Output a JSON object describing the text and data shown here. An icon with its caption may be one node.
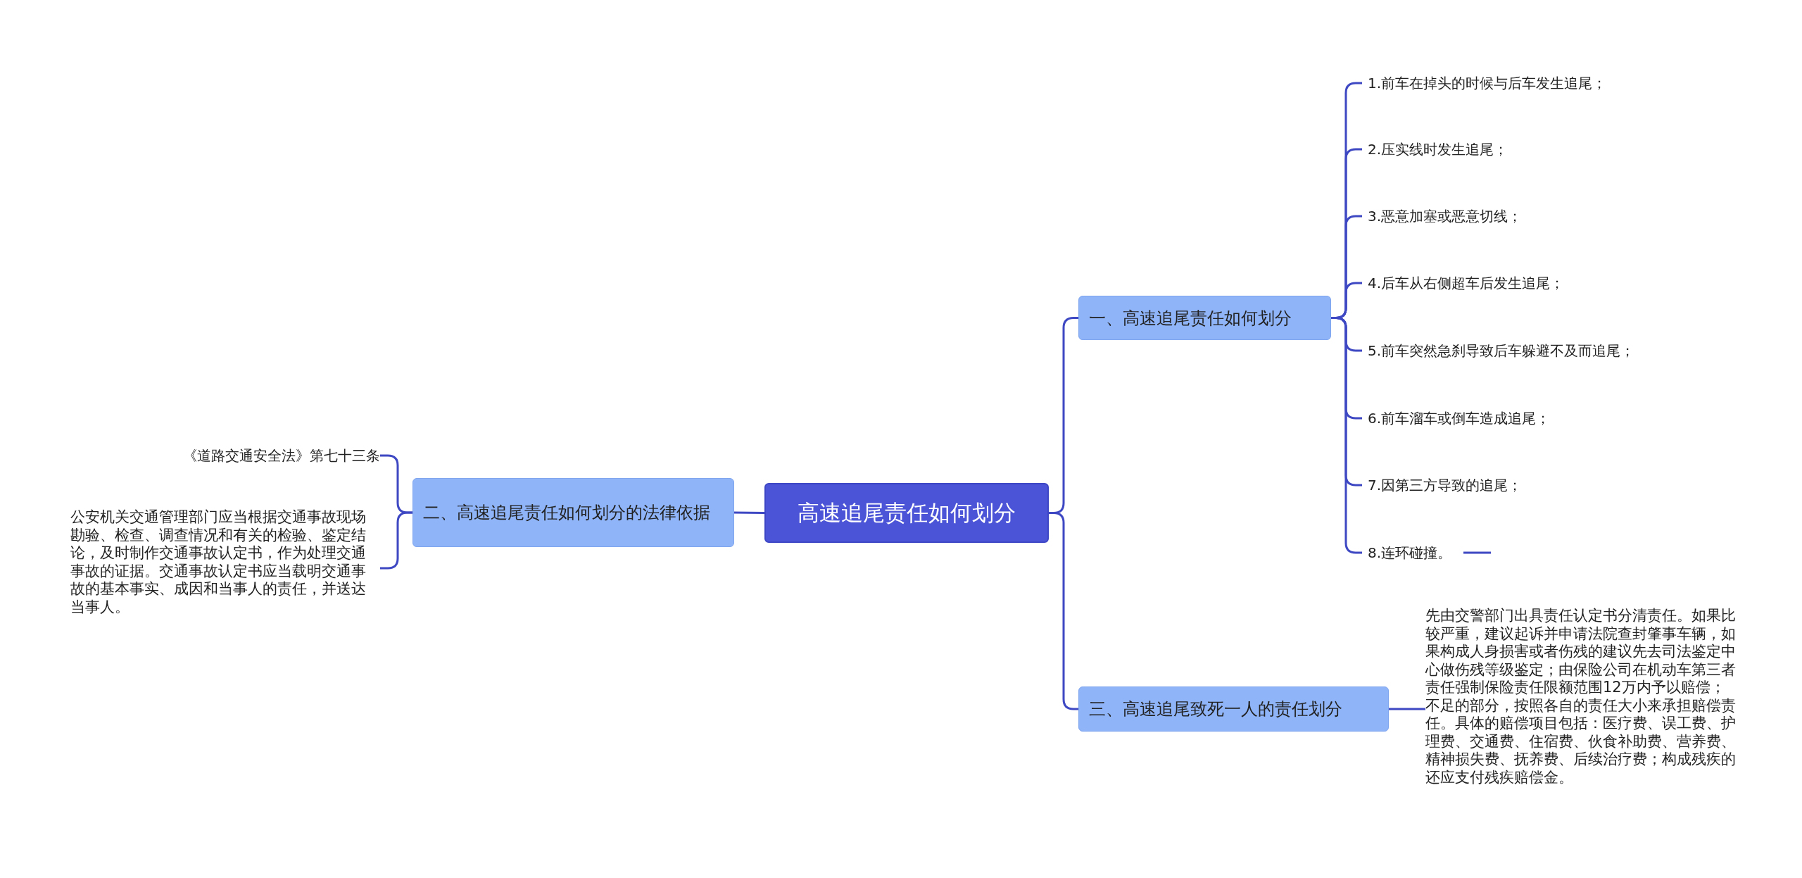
{
  "diagram": {
    "nodes": [
      {
        "text": [
          "高速追尾责任如何划分"
        ]
      },
      {
        "text": [
          "二、高速追尾责任如何划分的法律依据"
        ]
      },
      {
        "text": [
          "《道路交通安全法》第七十三条"
        ]
      },
      {
        "text": [
          "公安机关交通管理部门应当根据交通事故现场勘验、检查、调查情况和有关的检验、鉴定结论，及时制作交通事故认定书，作为处理交通事故的证据。交通事故认定书应当载明交通事故的基本事实、成因和当事人的责任，并送达当事人。"
        ]
      },
      {
        "text": [
          "一、高速追尾责任如何划分"
        ]
      },
      {
        "text": [
          "1.前车在掉头的时候与后车发生追尾；"
        ]
      },
      {
        "text": [
          "2.压实线时发生追尾；"
        ]
      },
      {
        "text": [
          "3.恶意加塞或恶意切线；"
        ]
      },
      {
        "text": [
          "4.后车从右侧超车后发生追尾；"
        ]
      },
      {
        "text": [
          "5.前车突然急刹导致后车躲避不及而追尾；"
        ]
      },
      {
        "text": [
          "6.前车溜车或倒车造成追尾；"
        ]
      },
      {
        "text": [
          "7.因第三方导致的追尾；"
        ]
      },
      {
        "text": [
          "8.连环碰撞。"
        ]
      },
      {
        "text": [
          "三、高速追尾致死一人的责任划分"
        ]
      },
      {
        "text": [
          "先由交警部门出具责任认定书分清责任。如果比较严重，建议起诉并申请法院查封肇事车辆，如果构成人身损害或者伤残的建议先去司法鉴定中心做伤残等级鉴定；由保险公司在机动车第三者责任强制保险责任限额范围12万内予以赔偿；不足的部分，按照各自的责任大小来承担赔偿责任。具体的赔偿项目包括：医疗费、误工费、护理费、交通费、住宿费、伙食补助费、营养费、精神损失费、抚养费、后续治疗费；构成残疾的还应支付残疾赔偿金。"
        ]
      }
    ],
    "edges": [
      {
        "from": 0,
        "to": 1,
        "arrow": "none"
      },
      {
        "from": 1,
        "to": 2,
        "arrow": "none"
      },
      {
        "from": 1,
        "to": 3,
        "arrow": "none"
      },
      {
        "from": 0,
        "to": 4,
        "arrow": "none"
      },
      {
        "from": 4,
        "to": 5,
        "arrow": "none"
      },
      {
        "from": 4,
        "to": 6,
        "arrow": "none"
      },
      {
        "from": 4,
        "to": 7,
        "arrow": "none"
      },
      {
        "from": 4,
        "to": 8,
        "arrow": "none"
      },
      {
        "from": 4,
        "to": 9,
        "arrow": "none"
      },
      {
        "from": 4,
        "to": 10,
        "arrow": "none"
      },
      {
        "from": 4,
        "to": 11,
        "arrow": "none"
      },
      {
        "from": 4,
        "to": 12,
        "arrow": "none"
      },
      {
        "from": 0,
        "to": 13,
        "arrow": "none"
      },
      {
        "from": 13,
        "to": 14,
        "arrow": "none"
      }
    ]
  }
}
